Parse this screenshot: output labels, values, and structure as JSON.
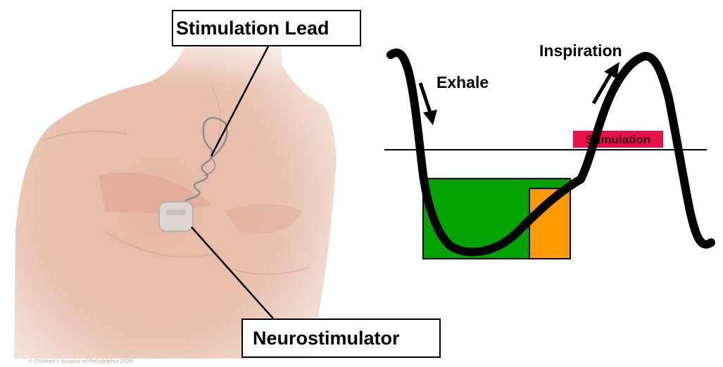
{
  "labels": {
    "stimulation_lead": "Stimulation Lead",
    "neurostimulator": "Neurostimulator",
    "exhale": "Exhale",
    "inspiration": "Inspiration",
    "stimulation": "Stimulation",
    "copyright": "© Children's Hospital of Philadelphia 2020"
  },
  "colors": {
    "skin": "#e6b9a4",
    "green_block": "#00a300",
    "orange_block": "#ff9900",
    "stimulation_label_bg": "#e8104a",
    "waveform": "#000000"
  }
}
